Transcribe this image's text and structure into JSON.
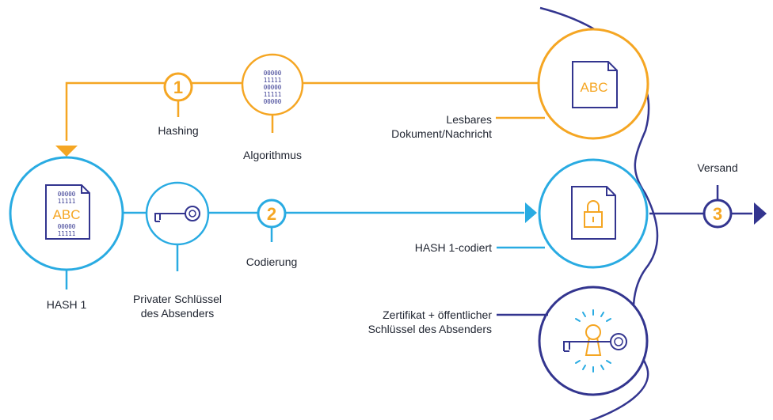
{
  "colors": {
    "orange": "#F5A623",
    "blue": "#29ABE2",
    "navy": "#33358F",
    "text": "#1f2430"
  },
  "steps": {
    "one": "1",
    "two": "2",
    "three": "3"
  },
  "labels": {
    "hashing": "Hashing",
    "algorithmus": "Algorithmus",
    "lesbares_line1": "Lesbares",
    "lesbares_line2": "Dokument/Nachricht",
    "hash1": "HASH 1",
    "privater_line1": "Privater Schlüssel",
    "privater_line2": "des Absenders",
    "codierung": "Codierung",
    "hash1_codiert": "HASH 1-codiert",
    "zertifikat_line1": "Zertifikat + öffentlicher",
    "zertifikat_line2": "Schlüssel des Absenders",
    "versand": "Versand"
  },
  "document_text": {
    "abc": "ABC"
  },
  "binary": {
    "zeros": "00000",
    "ones": "11111"
  },
  "icons": {
    "binary": "binary-grid-icon",
    "document": "document-abc-icon",
    "hash_document": "hash-document-icon",
    "key": "key-icon",
    "locked_document": "locked-document-icon",
    "certificate_key": "key-with-keyhole-icon"
  }
}
